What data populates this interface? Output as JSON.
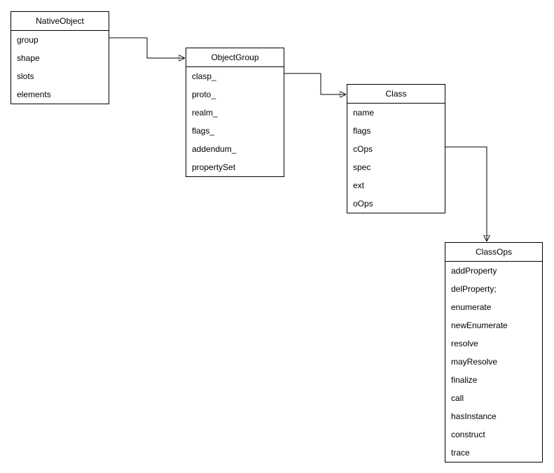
{
  "diagram": {
    "background_color": "#ffffff",
    "stroke_color": "#000000",
    "text_color": "#000000",
    "boxes": [
      {
        "title": "NativeObject",
        "rows": [
          "group",
          "shape",
          "slots",
          "elements"
        ]
      },
      {
        "title": "ObjectGroup",
        "rows": [
          "clasp_",
          "proto_",
          "realm_",
          "flags_",
          "addendum_",
          "propertySet"
        ]
      },
      {
        "title": "Class",
        "rows": [
          "name",
          "flags",
          "cOps",
          "spec",
          "ext",
          "oOps"
        ]
      },
      {
        "title": "ClassOps",
        "rows": [
          "addProperty",
          "delProperty;",
          "enumerate",
          "newEnumerate",
          "resolve",
          "mayResolve",
          "finalize",
          "call",
          "hasInstance",
          "construct",
          "trace"
        ]
      }
    ],
    "connectors": [
      {
        "from": "NativeObject.group",
        "to": "ObjectGroup",
        "style": "elbow-arrow"
      },
      {
        "from": "ObjectGroup.clasp_",
        "to": "Class",
        "style": "elbow-arrow"
      },
      {
        "from": "Class.cOps",
        "to": "ClassOps",
        "style": "elbow-arrow"
      }
    ]
  }
}
